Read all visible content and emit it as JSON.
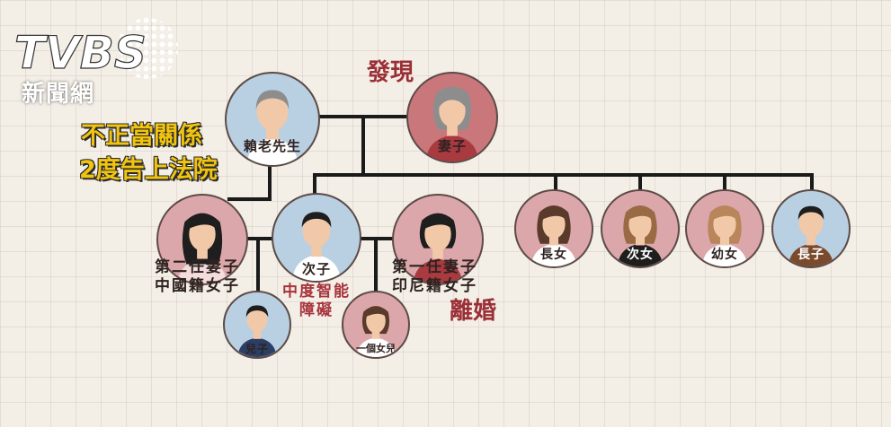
{
  "logo": {
    "brand": "TVBS",
    "sub": "新聞網"
  },
  "annotations": {
    "discovered": "發現",
    "relation_line1": "不正當關係",
    "relation_line2": "2度告上法院",
    "divorce": "離婚"
  },
  "people": {
    "lai": "賴老先生",
    "wife": "妻子",
    "eldest_daughter": "長女",
    "second_daughter": "次女",
    "youngest_daughter": "幼女",
    "eldest_son": "長子",
    "second_son": "次子",
    "son": "兒子",
    "daughter": "一個女兒"
  },
  "captions": {
    "second_wife_line1": "第二任妻子",
    "second_wife_line2": "中國籍女子",
    "first_wife_line1": "第一任妻子",
    "first_wife_line2": "印尼籍女子",
    "disability_line1": "中度智能",
    "disability_line2": "障礙"
  },
  "colors": {
    "pink": "#dca7ab",
    "blue": "#b9cfe2",
    "red": "#c9777b",
    "accent_red": "#9b2f36",
    "accent_yellow": "#f1c40f",
    "line": "#1a1a1a"
  }
}
